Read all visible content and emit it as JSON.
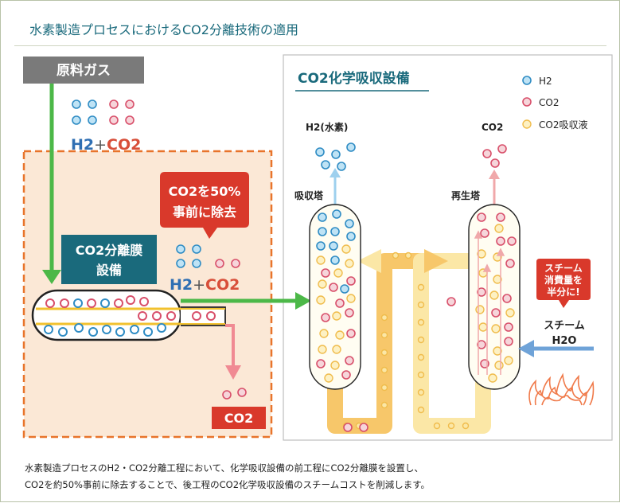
{
  "title": "水素製造プロセスにおけるCO2分離技術の適用",
  "feed_label": "原料ガス",
  "feed_formula": {
    "h2": "H2",
    "plus": "+",
    "co2": "CO2"
  },
  "removal_callout": [
    "CO2を50%",
    "事前に除去"
  ],
  "membrane_label": [
    "CO2分離膜",
    "設備"
  ],
  "permeate_formula": {
    "h2": "H2",
    "plus": "+",
    "co2": "CO2"
  },
  "membrane_output": "CO2",
  "plant_title": "CO2化学吸収設備",
  "legend": [
    {
      "label": "H2",
      "kind": "h2"
    },
    {
      "label": "CO2",
      "kind": "co2"
    },
    {
      "label": "CO2吸収液",
      "kind": "solvent"
    }
  ],
  "absorber": {
    "outlet_label": "H2(水素)",
    "tower_label": "吸収塔"
  },
  "regenerator": {
    "outlet_label": "CO2",
    "tower_label": "再生塔"
  },
  "steam_callout": [
    "スチーム",
    "消費量を",
    "半分に!"
  ],
  "steam_label": [
    "スチーム",
    "H2O"
  ],
  "caption": [
    "水素製造プロセスのH2・CO2分離工程において、化学吸収設備の前工程にCO2分離膜を設置し、",
    "CO2を約50%事前に除去することで、後工程のCO2化学吸収設備のスチームコストを削減します。"
  ],
  "colors": {
    "title": "#1a6a7c",
    "h2": "#2f8cc4",
    "co2": "#d84f6a",
    "solvent": "#f0bc4c",
    "callout_red": "#d9392b",
    "membrane_box": "#1a6a7c",
    "arrow_green": "#4cb848",
    "arrow_blue": "#6fa3d8",
    "loop": "#f7c76a",
    "panel_orange": "#fbe8d6",
    "dash": "#e8742b"
  }
}
